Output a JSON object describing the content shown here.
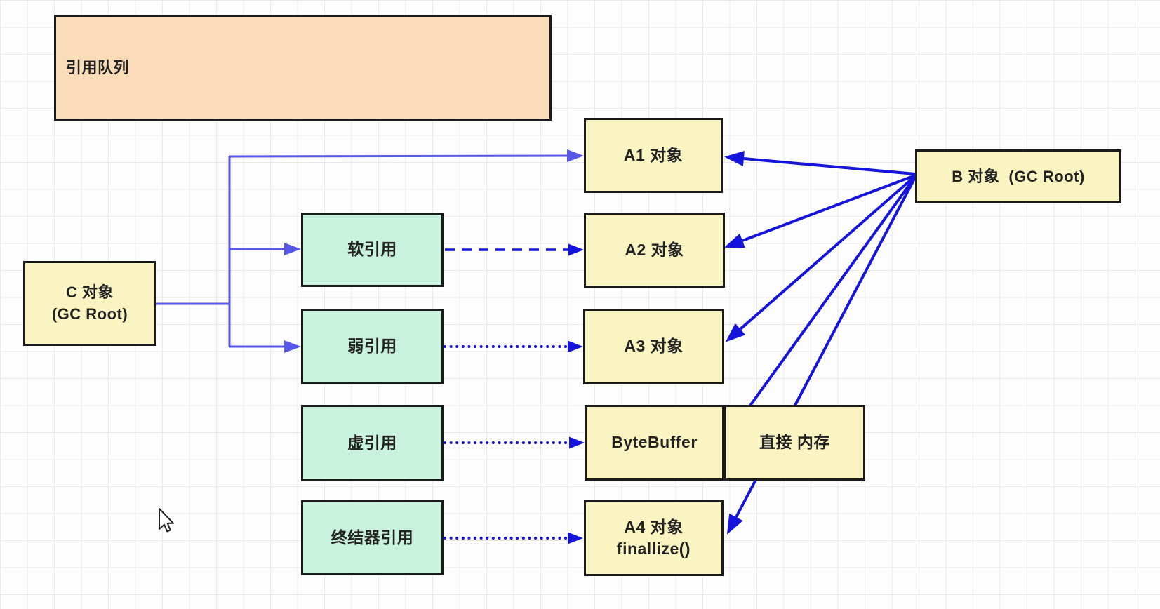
{
  "colors": {
    "yellow_fill": "#FAF4C2",
    "green_fill": "#C8F1DE",
    "orange_fill": "#FADCB8",
    "border": "#1b1b1b",
    "text": "#222222",
    "light_arrow": "#5757e8",
    "dark_arrow": "#1414dd"
  },
  "nodes": {
    "reference_queue": {
      "label": "引用队列"
    },
    "c_object": {
      "line1": "C 对象",
      "line2": "(GC Root)"
    },
    "soft_ref": {
      "label": "软引用"
    },
    "weak_ref": {
      "label": "弱引用"
    },
    "phantom_ref": {
      "label": "虚引用"
    },
    "finalizer_ref": {
      "label": "终结器引用"
    },
    "a1": {
      "label": "A1 对象"
    },
    "a2": {
      "label": "A2 对象"
    },
    "a3": {
      "label": "A3 对象"
    },
    "bytebuffer": {
      "label": "ByteBuffer"
    },
    "direct_memory": {
      "label": "直接 内存"
    },
    "a4": {
      "line1": "A4 对象",
      "line2": "finallize()"
    },
    "b_object": {
      "label": "B 对象  (GC Root)"
    }
  },
  "edges": [
    {
      "id": "c-to-branch",
      "from": "c_object",
      "to": "branch-point",
      "style": "solid-light",
      "arrow": false,
      "points": [
        [
          223,
          433
        ],
        [
          327,
          433
        ]
      ]
    },
    {
      "id": "branch-trunk",
      "from": "branch-point",
      "to": "branch-point",
      "style": "solid-light",
      "arrow": false,
      "points": [
        [
          327,
          223
        ],
        [
          327,
          494
        ]
      ]
    },
    {
      "id": "c-to-a1",
      "from": "c_object",
      "to": "a1",
      "style": "solid-light",
      "arrow": true,
      "marker": "arrow-light",
      "points": [
        [
          327,
          223
        ],
        [
          808,
          222
        ]
      ]
    },
    {
      "id": "c-to-soft-ref",
      "from": "c_object",
      "to": "soft_ref",
      "style": "solid-light",
      "arrow": true,
      "marker": "arrow-light",
      "points": [
        [
          327,
          355
        ],
        [
          405,
          355
        ]
      ]
    },
    {
      "id": "c-to-weak-ref",
      "from": "c_object",
      "to": "weak_ref",
      "style": "solid-light",
      "arrow": true,
      "marker": "arrow-light",
      "points": [
        [
          327,
          494
        ],
        [
          405,
          494
        ]
      ]
    },
    {
      "id": "soft-to-a2",
      "from": "soft_ref",
      "to": "a2",
      "style": "dashed",
      "arrow": true,
      "marker": "arrow-dark",
      "points": [
        [
          634,
          356
        ],
        [
          810,
          356
        ]
      ]
    },
    {
      "id": "weak-to-a3",
      "from": "weak_ref",
      "to": "a3",
      "style": "dotted",
      "arrow": true,
      "marker": "arrow-dark",
      "points": [
        [
          634,
          494
        ],
        [
          809,
          494
        ]
      ]
    },
    {
      "id": "phantom-to-bytebuffer",
      "from": "phantom_ref",
      "to": "bytebuffer",
      "style": "dotted",
      "arrow": true,
      "marker": "arrow-dark",
      "points": [
        [
          634,
          631
        ],
        [
          811,
          631
        ]
      ]
    },
    {
      "id": "finalizer-to-a4",
      "from": "finalizer_ref",
      "to": "a4",
      "style": "dotted",
      "arrow": true,
      "marker": "arrow-dark",
      "points": [
        [
          634,
          767
        ],
        [
          809,
          767
        ]
      ]
    },
    {
      "id": "b-to-a1",
      "from": "b_object",
      "to": "a1",
      "style": "solid-dark",
      "arrow": true,
      "marker": "arrow-dark-big",
      "points": [
        [
          1304,
          248
        ],
        [
          1060,
          226
        ]
      ]
    },
    {
      "id": "b-to-a2",
      "from": "b_object",
      "to": "a2",
      "style": "solid-dark",
      "arrow": true,
      "marker": "arrow-dark-big",
      "points": [
        [
          1304,
          250
        ],
        [
          1058,
          343
        ]
      ]
    },
    {
      "id": "b-to-a3",
      "from": "b_object",
      "to": "a3",
      "style": "solid-dark",
      "arrow": true,
      "marker": "arrow-dark-big",
      "points": [
        [
          1304,
          251
        ],
        [
          1055,
          469
        ]
      ]
    },
    {
      "id": "b-to-direct-memory",
      "from": "b_object",
      "to": "direct_memory",
      "style": "solid-dark",
      "arrow": true,
      "marker": "arrow-dark-big",
      "points": [
        [
          1304,
          252
        ],
        [
          1051,
          603
        ]
      ]
    },
    {
      "id": "b-to-a4",
      "from": "b_object",
      "to": "a4",
      "style": "solid-dark",
      "arrow": true,
      "marker": "arrow-dark-big",
      "points": [
        [
          1304,
          253
        ],
        [
          1049,
          737
        ]
      ]
    }
  ]
}
